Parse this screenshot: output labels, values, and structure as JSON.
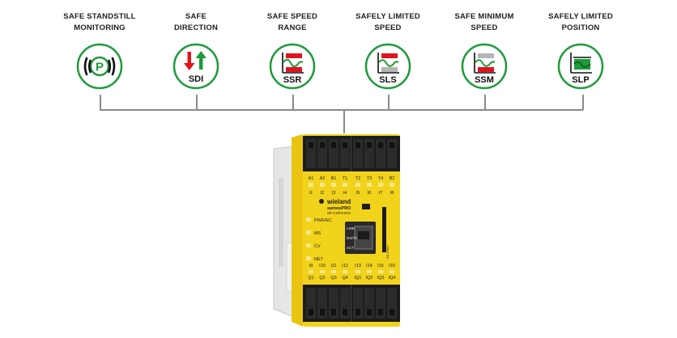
{
  "functions": [
    {
      "label": "SAFE STANDSTILL\nMONITORING",
      "abbr": "",
      "icon": "standstill-p-icon"
    },
    {
      "label": "SAFE\nDIRECTION",
      "abbr": "SDI",
      "icon": "direction-arrows-icon"
    },
    {
      "label": "SAFE SPEED\nRANGE",
      "abbr": "SSR",
      "icon": "speed-range-icon"
    },
    {
      "label": "SAFELY LIMITED\nSPEED",
      "abbr": "SLS",
      "icon": "limited-speed-icon"
    },
    {
      "label": "SAFE MINIMUM\nSPEED",
      "abbr": "SSM",
      "icon": "minimum-speed-icon"
    },
    {
      "label": "SAFELY LIMITED\nPOSITION",
      "abbr": "SLP",
      "icon": "limited-position-icon"
    }
  ],
  "icon_letter": "P",
  "device": {
    "brand": "wieland",
    "product": "samosPRO",
    "model": "SP-COP2-ENI",
    "top_terminals": [
      "A1",
      "A2",
      "B1",
      "T1",
      "T2",
      "T3",
      "T4",
      "B2"
    ],
    "inputs_top": [
      "I1",
      "I2",
      "I3",
      "I4",
      "I5",
      "I6",
      "I7",
      "I8"
    ],
    "status_leds": [
      "PWR/EC",
      "MS",
      "CV",
      "NET"
    ],
    "port_leds": [
      "LINK",
      "RX/TX",
      "ACT"
    ],
    "inputs_bottom": [
      "I9",
      "I10",
      "I11",
      "I12",
      "I13",
      "I14",
      "I15",
      "I16"
    ],
    "outputs": [
      "Q1",
      "Q2",
      "Q3",
      "Q4",
      "IQ1",
      "IQ2",
      "IQ3",
      "IQ4"
    ],
    "sd_label": "SD-Card"
  },
  "colors": {
    "circle_green": "#1e9a3a",
    "accent_red": "#e0141e",
    "body_yellow": "#f2d31c",
    "terminal_black": "#1c1c1c",
    "side_grey": "#e6e6e6"
  }
}
